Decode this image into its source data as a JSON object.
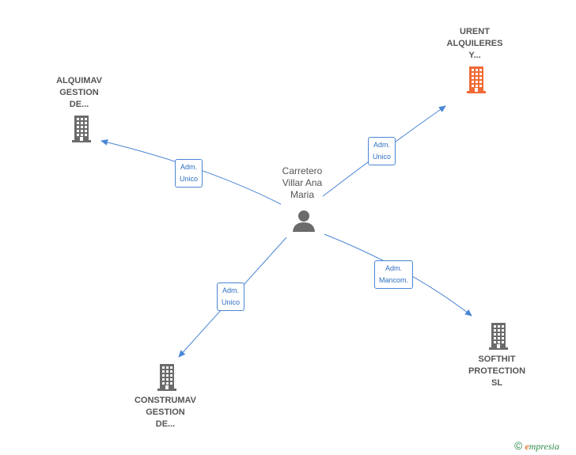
{
  "center": {
    "name_lines": [
      "Carretero",
      "Villar Ana",
      "Maria"
    ]
  },
  "companies": [
    {
      "id": "alquimav",
      "name_lines": [
        "ALQUIMAV",
        "GESTION",
        "DE..."
      ],
      "color": "#6b6b6b"
    },
    {
      "id": "urent",
      "name_lines": [
        "URENT",
        "ALQUILERES",
        "Y..."
      ],
      "color": "#f06a35"
    },
    {
      "id": "softhit",
      "name_lines": [
        "SOFTHIT",
        "PROTECTION",
        "SL"
      ],
      "color": "#6b6b6b"
    },
    {
      "id": "construmav",
      "name_lines": [
        "CONSTRUMAV",
        "GESTION",
        "DE..."
      ],
      "color": "#6b6b6b"
    }
  ],
  "edges": [
    {
      "to": "alquimav",
      "label": "Adm.\nUnico"
    },
    {
      "to": "urent",
      "label": "Adm.\nUnico"
    },
    {
      "to": "softhit",
      "label": "Adm.\nMancom."
    },
    {
      "to": "construmav",
      "label": "Adm.\nUnico"
    }
  ],
  "brand": {
    "copyright": "©",
    "name_first": "e",
    "name_rest": "mpresia"
  },
  "colors": {
    "edge": "#4a86d4",
    "person_icon": "#6b6b6b"
  }
}
